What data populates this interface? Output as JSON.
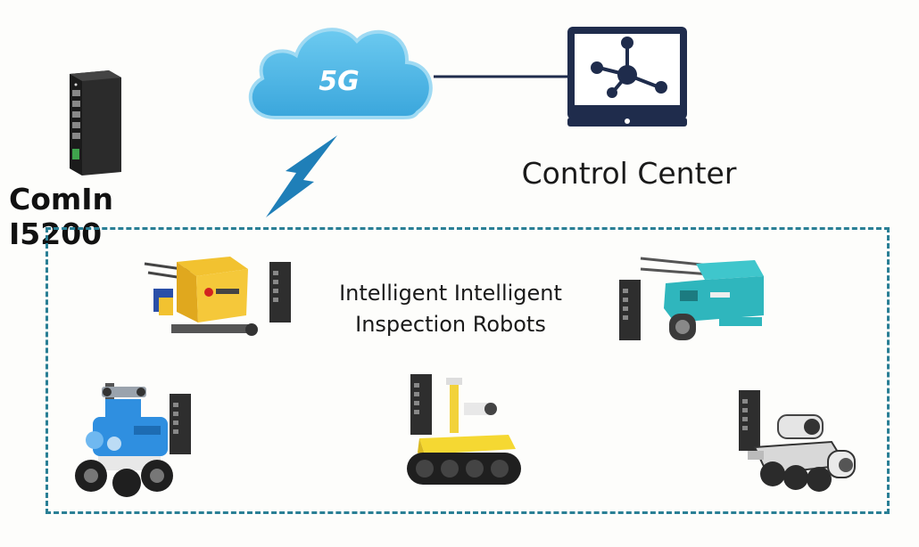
{
  "product": {
    "name": "ComIn I5200"
  },
  "network": {
    "label": "5G"
  },
  "control_center": {
    "label": "Control Center"
  },
  "robots_area": {
    "title_line1": "Intelligent Intelligent",
    "title_line2": "Inspection Robots"
  },
  "colors": {
    "cloud": "#4fb8e6",
    "monitor": "#1f2c4c",
    "dashed_border": "#2a7f95",
    "lightning": "#1f7fb8"
  }
}
